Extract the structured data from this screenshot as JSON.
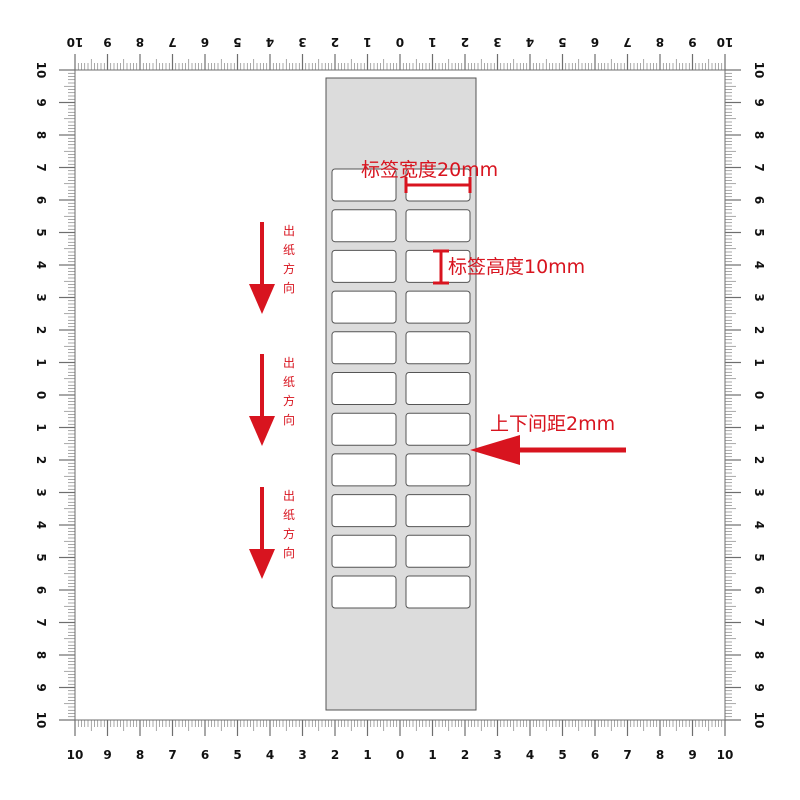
{
  "ruler_ticks": [
    "10",
    "9",
    "8",
    "7",
    "6",
    "5",
    "4",
    "3",
    "2",
    "1",
    "0",
    "1",
    "2",
    "3",
    "4",
    "5",
    "6",
    "7",
    "8",
    "9",
    "10"
  ],
  "colors": {
    "accent": "#d8141f",
    "roll": "#dcdcdc",
    "ruler_line": "#6e6e6e",
    "label_border": "#555555"
  },
  "label_grid": {
    "rows": 11,
    "columns": 2
  },
  "direction_arrows": [
    {
      "text": "出纸方向",
      "chars": [
        "出",
        "纸",
        "方",
        "向"
      ]
    },
    {
      "text": "出纸方向",
      "chars": [
        "出",
        "纸",
        "方",
        "向"
      ]
    },
    {
      "text": "出纸方向",
      "chars": [
        "出",
        "纸",
        "方",
        "向"
      ]
    }
  ],
  "annotations": {
    "width": "标签宽度20mm",
    "height": "标签高度10mm",
    "gap": "上下间距2mm"
  }
}
